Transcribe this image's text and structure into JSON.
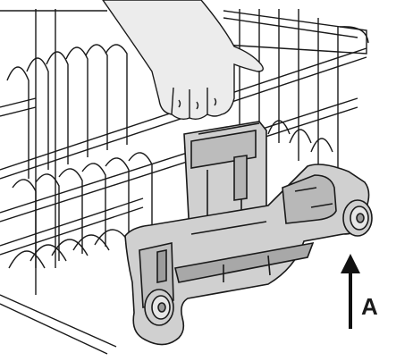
{
  "figure": {
    "callout_label": "A",
    "colors": {
      "line": "#1a1a1a",
      "rack_fill": "#ffffff",
      "part_fill": "#d0d0d0",
      "part_shadow": "#a8a8a8",
      "hand_fill": "#ececec",
      "arrow": "#111111"
    },
    "icons": [
      "dishwasher-rack",
      "hand",
      "upper-basket-adjuster",
      "roller-wheel",
      "up-arrow"
    ]
  }
}
